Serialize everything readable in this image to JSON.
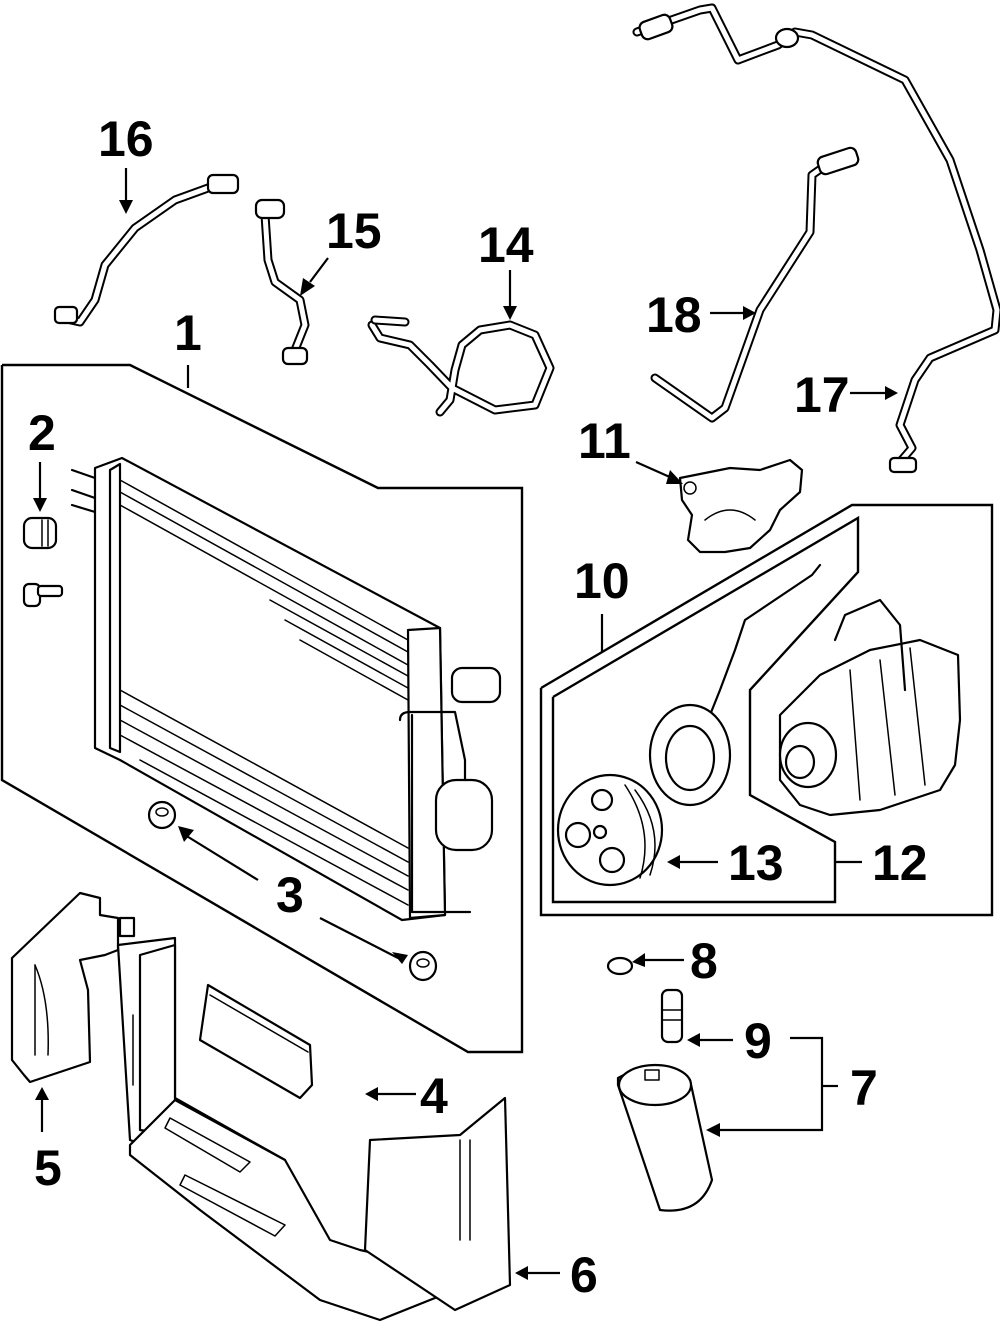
{
  "diagram": {
    "subject": "A/C condenser, compressor and lines exploded view",
    "background_color": "#ffffff",
    "line_color": "#000000",
    "callouts": [
      {
        "id": "1",
        "label": "1",
        "part": "condenser-assembly"
      },
      {
        "id": "2",
        "label": "2",
        "part": "condenser-mount-bushing"
      },
      {
        "id": "3",
        "label": "3",
        "part": "lower-insulator"
      },
      {
        "id": "4",
        "label": "4",
        "part": "air-deflector"
      },
      {
        "id": "5",
        "label": "5",
        "part": "side-baffle"
      },
      {
        "id": "6",
        "label": "6",
        "part": "lower-air-shield"
      },
      {
        "id": "7",
        "label": "7",
        "part": "receiver-drier-assembly"
      },
      {
        "id": "8",
        "label": "8",
        "part": "o-ring"
      },
      {
        "id": "9",
        "label": "9",
        "part": "pressure-switch"
      },
      {
        "id": "10",
        "label": "10",
        "part": "compressor-clutch-assembly-group"
      },
      {
        "id": "11",
        "label": "11",
        "part": "compressor-bracket"
      },
      {
        "id": "12",
        "label": "12",
        "part": "compressor"
      },
      {
        "id": "13",
        "label": "13",
        "part": "clutch-pulley"
      },
      {
        "id": "14",
        "label": "14",
        "part": "suction-hose"
      },
      {
        "id": "15",
        "label": "15",
        "part": "liquid-line"
      },
      {
        "id": "16",
        "label": "16",
        "part": "discharge-line"
      },
      {
        "id": "17",
        "label": "17",
        "part": "ac-line-long"
      },
      {
        "id": "18",
        "label": "18",
        "part": "ac-line-short"
      }
    ]
  }
}
